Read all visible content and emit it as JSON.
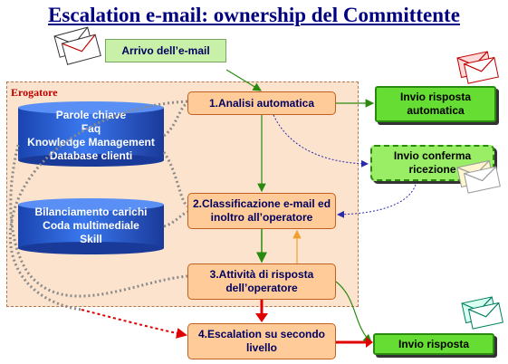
{
  "title": "Escalation e-mail: ownership del Committente",
  "erogatore_label": "Erogatore",
  "nodes": {
    "arrivo": "Arrivo dell’e-mail",
    "step1": "1.Analisi automatica",
    "step2": "2.Classificazione e-mail ed inoltro all’operatore",
    "step3": "3.Attività di risposta dell’operatore",
    "step4": "4.Escalation su secondo livello",
    "risposta_automatica": "Invio risposta automatica",
    "conferma_ricezione": "Invio conferma ricezione",
    "risposta_finale": "Invio risposta"
  },
  "databases": {
    "db1": [
      "Parole chiave",
      "Faq",
      "Knowledge Management",
      "Database clienti"
    ],
    "db2": [
      "Bilanciamento carichi",
      "Coda multimediale",
      "Skill"
    ]
  },
  "colors": {
    "title": "#000080",
    "step_fill": "#ffcc99",
    "green_box": "#66dd33",
    "cylinder": "#2255cc",
    "area_fill": "#fbe3cd",
    "escalation_arrow": "#e00000"
  },
  "icons": [
    "envelope-icon"
  ]
}
